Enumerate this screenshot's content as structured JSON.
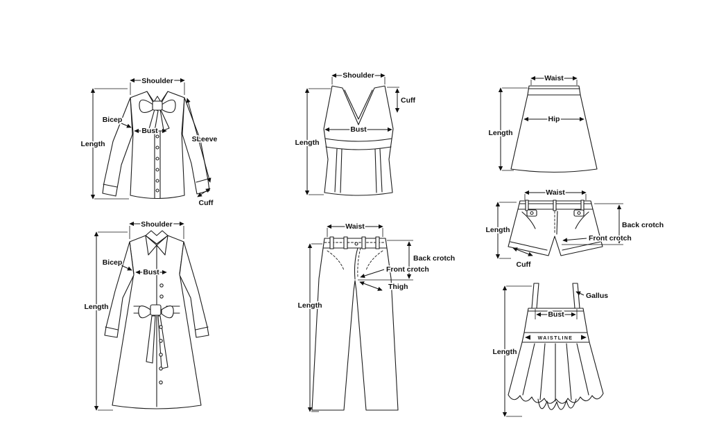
{
  "figure": {
    "description": "Garment measurement guide line drawings",
    "background_color": "#ffffff",
    "line_color": "#1a1a1a"
  },
  "garments": {
    "blouse": {
      "labels": {
        "shoulder": "Shoulder",
        "bicep": "Bicep",
        "bust": "Bust",
        "length": "Length",
        "sleeve": "SLeeve",
        "cuff": "Cuff"
      }
    },
    "tank_top": {
      "labels": {
        "shoulder": "Shoulder",
        "cuff": "Cuff",
        "bust": "Bust",
        "length": "Length"
      }
    },
    "skirt": {
      "labels": {
        "waist": "Waist",
        "hip": "Hip",
        "length": "Length"
      }
    },
    "coat": {
      "labels": {
        "shoulder": "Shoulder",
        "bicep": "Bicep",
        "bust": "Bust",
        "length": "Length"
      }
    },
    "pants": {
      "labels": {
        "waist": "Waist",
        "back_crotch": "Back crotch",
        "front_crotch": "Front crotch",
        "thigh": "Thigh",
        "length": "Length"
      }
    },
    "shorts": {
      "labels": {
        "waist": "Waist",
        "length": "Length",
        "back_crotch": "Back crotch",
        "front_crotch": "Front crotch",
        "cuff": "Cuff"
      }
    },
    "dress": {
      "labels": {
        "gallus": "Gallus",
        "bust": "Bust",
        "waistline": "WAISTLINE",
        "length": "Length"
      }
    }
  }
}
